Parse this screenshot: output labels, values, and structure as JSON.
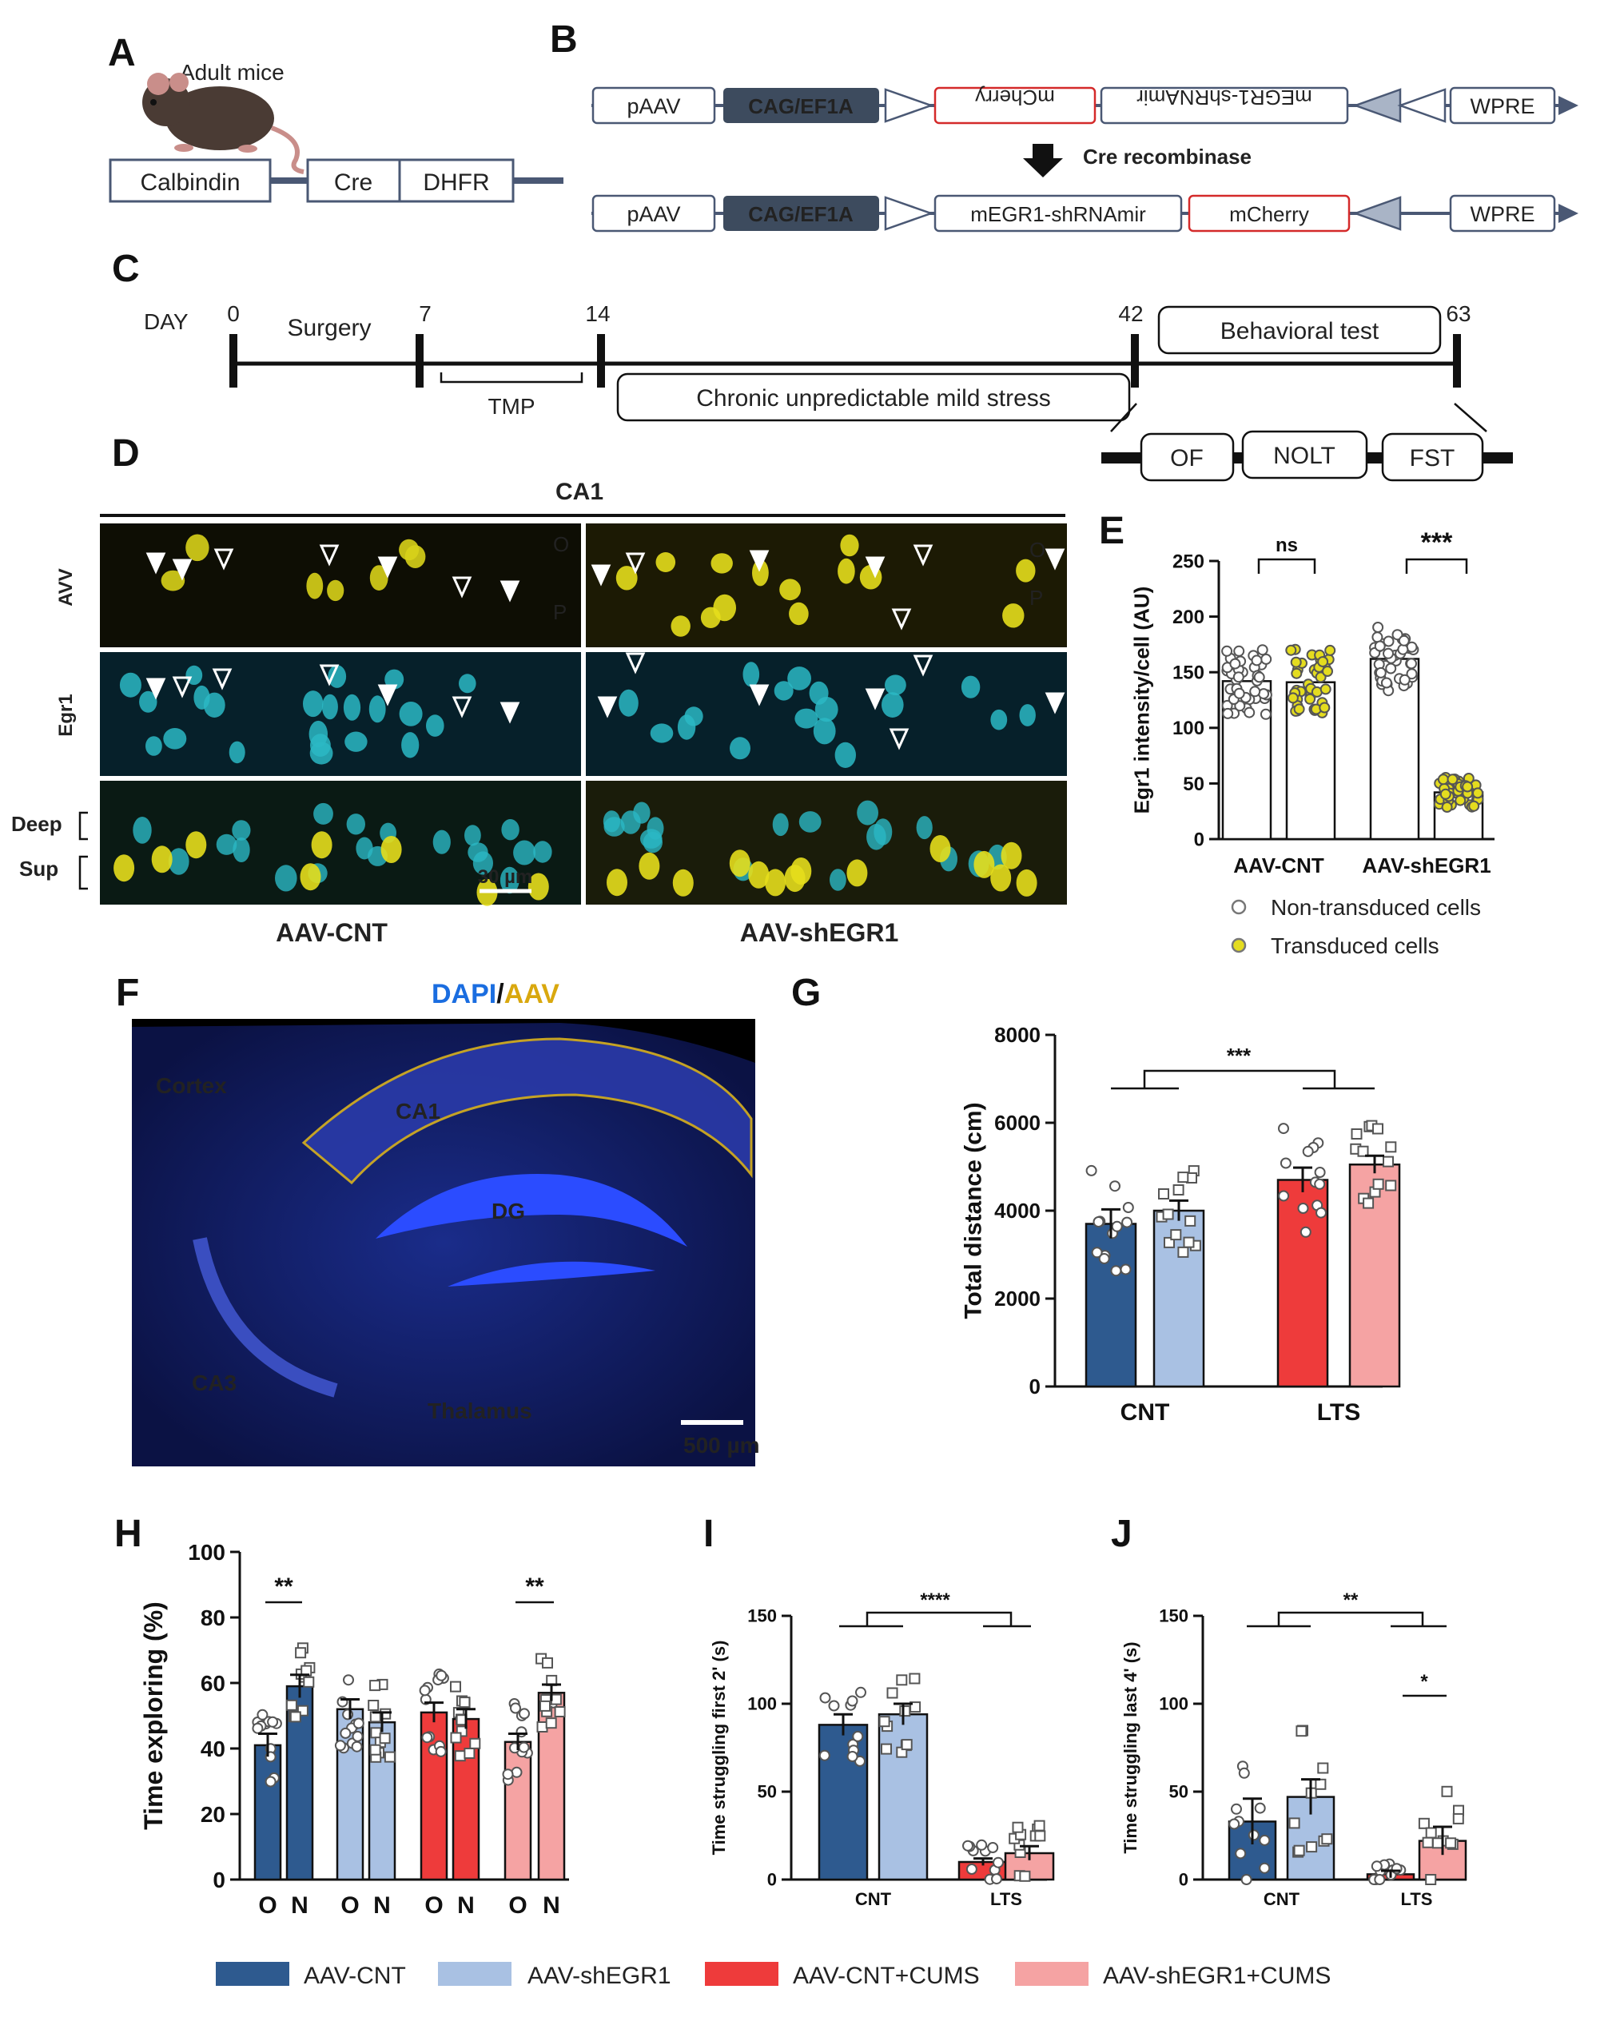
{
  "panel_letters": {
    "A": "A",
    "B": "B",
    "C": "C",
    "D": "D",
    "E": "E",
    "F": "F",
    "G": "G",
    "H": "H",
    "I": "I",
    "J": "J"
  },
  "colors": {
    "aav_cnt": "#2e5a8f",
    "aav_shegr1": "#a9c1e3",
    "aav_cnt_cums": "#ee3b3b",
    "aav_shegr1_cums": "#f5a3a3",
    "construct_dark": "#3d4b5e",
    "mcherry_border": "#d42a2a",
    "yellow_cell": "#e4dc1f"
  },
  "panelA": {
    "mouse_label": "Adult mice",
    "boxes": [
      "Calbindin",
      "Cre",
      "DHFR"
    ]
  },
  "panelB": {
    "row1": [
      "pAAV",
      "CAG/EF1A",
      "mCherry",
      "mEGR1-shRNAmir",
      "WPRE"
    ],
    "row2": [
      "pAAV",
      "CAG/EF1A",
      "mEGR1-shRNAmir",
      "mCherry",
      "WPRE"
    ],
    "arrow_label": "Cre recombinase"
  },
  "panelC": {
    "day_label": "DAY",
    "days": [
      "0",
      "7",
      "14",
      "42",
      "63"
    ],
    "surgery": "Surgery",
    "tmp": "TMP",
    "stress": "Chronic unpredictable mild stress",
    "behavioral": "Behavioral test",
    "tests": [
      "OF",
      "NOLT",
      "FST"
    ]
  },
  "panelD": {
    "title": "CA1",
    "row_labels": [
      "AVV",
      "Egr1"
    ],
    "layer_labels": [
      "Deep",
      "Sup"
    ],
    "layer_markers": [
      "O",
      "P"
    ],
    "scale_bar": "30 µm",
    "columns": [
      "AAV-CNT",
      "AAV-shEGR1"
    ]
  },
  "panelE": {
    "chart_data": {
      "type": "bar",
      "categories": [
        "AAV-CNT",
        "AAV-shEGR1"
      ],
      "ylabel": "Egr1 intensity/cell (AU)",
      "ylim": [
        0,
        250
      ],
      "yticks": [
        "0",
        "50",
        "100",
        "150",
        "200",
        "250"
      ],
      "series": [
        {
          "name": "Non-transduced cells",
          "values": [
            142,
            162
          ]
        },
        {
          "name": "Transduced cells",
          "values": [
            141,
            42
          ]
        }
      ],
      "significance": [
        "ns",
        "***"
      ],
      "legend": [
        "Non-transduced cells",
        "Transduced cells"
      ]
    }
  },
  "panelF": {
    "title_dapi": "DAPI",
    "title_sep": "/",
    "title_aav": "AAV",
    "regions": [
      "Cortex",
      "CA1",
      "DG",
      "CA3",
      "Thalamus"
    ],
    "scale_bar": "500 µm"
  },
  "panelG": {
    "chart_data": {
      "type": "bar",
      "categories": [
        "CNT",
        "LTS"
      ],
      "ylabel": "Total distance (cm)",
      "ylim": [
        0,
        8000
      ],
      "yticks": [
        "0",
        "2000",
        "4000",
        "6000",
        "8000"
      ],
      "series": [
        {
          "name": "AAV-CNT",
          "values": [
            3700,
            4700
          ],
          "err": [
            330,
            280
          ]
        },
        {
          "name": "AAV-shEGR1",
          "values": [
            4000,
            5050
          ],
          "err": [
            230,
            200
          ]
        }
      ],
      "significance": "***"
    }
  },
  "panelH": {
    "chart_data": {
      "type": "bar",
      "categories": [
        "O",
        "N",
        "O",
        "N",
        "O",
        "N",
        "O",
        "N"
      ],
      "ylabel": "Time exploring (%)",
      "ylim": [
        0,
        100
      ],
      "yticks": [
        "0",
        "20",
        "40",
        "60",
        "80",
        "100"
      ],
      "values": [
        41,
        59,
        52,
        48,
        51,
        49,
        42,
        57
      ],
      "err": [
        3.5,
        3.5,
        3,
        3,
        3,
        3,
        2.5,
        2.5
      ],
      "significance": [
        "**",
        "**"
      ]
    }
  },
  "panelI": {
    "chart_data": {
      "type": "bar",
      "categories": [
        "CNT",
        "LTS"
      ],
      "ylabel": "Time struggling first 2' (s)",
      "ylim": [
        0,
        150
      ],
      "yticks": [
        "0",
        "50",
        "100",
        "150"
      ],
      "series": [
        {
          "name": "AAV-CNT",
          "values": [
            88,
            10
          ],
          "err": [
            6,
            2
          ]
        },
        {
          "name": "AAV-shEGR1",
          "values": [
            94,
            15
          ],
          "err": [
            6,
            4
          ]
        }
      ],
      "significance": "****"
    }
  },
  "panelJ": {
    "chart_data": {
      "type": "bar",
      "categories": [
        "CNT",
        "LTS"
      ],
      "ylabel": "Time struggling last 4' (s)",
      "ylim": [
        0,
        150
      ],
      "yticks": [
        "0",
        "50",
        "100",
        "150"
      ],
      "series": [
        {
          "name": "AAV-CNT",
          "values": [
            33,
            3
          ],
          "err": [
            13,
            2
          ]
        },
        {
          "name": "AAV-shEGR1",
          "values": [
            47,
            22
          ],
          "err": [
            10,
            8
          ]
        }
      ],
      "significance": [
        "**",
        "*"
      ]
    }
  },
  "legend": [
    "AAV-CNT",
    "AAV-shEGR1",
    "AAV-CNT+CUMS",
    "AAV-shEGR1+CUMS"
  ]
}
